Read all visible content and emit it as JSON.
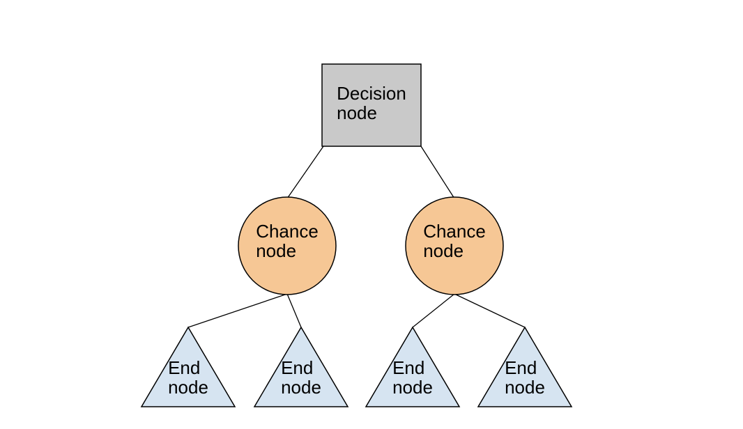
{
  "diagram": {
    "description": "Decision tree node-type diagram",
    "background": "#ffffff"
  },
  "colors": {
    "decision_fill": "#c9c9c9",
    "chance_fill": "#f6c795",
    "end_fill": "#d6e4f1",
    "edge_stroke": "#000000",
    "text": "#000000"
  },
  "nodes": {
    "decision": {
      "line1": "Decision",
      "line2": "node"
    },
    "chance_left": {
      "line1": "Chance",
      "line2": "node"
    },
    "chance_right": {
      "line1": "Chance",
      "line2": "node"
    },
    "end1": {
      "line1": "End",
      "line2": "node"
    },
    "end2": {
      "line1": "End",
      "line2": "node"
    },
    "end3": {
      "line1": "End",
      "line2": "node"
    },
    "end4": {
      "line1": "End",
      "line2": "node"
    }
  }
}
